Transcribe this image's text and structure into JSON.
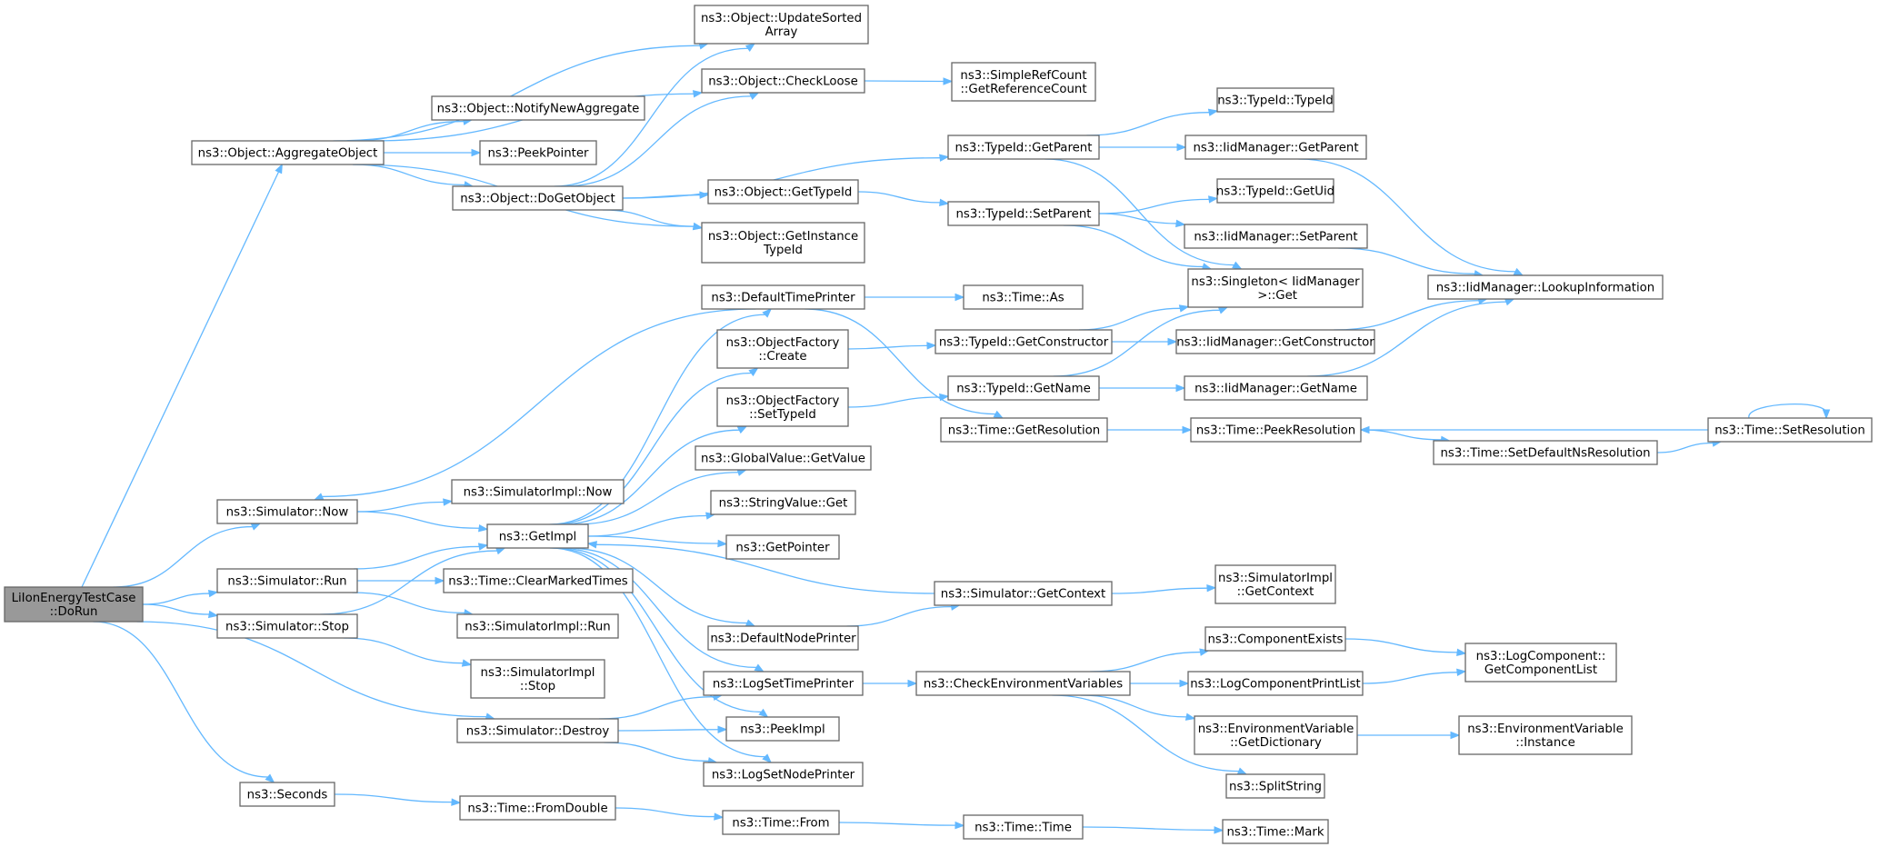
{
  "nodes": [
    {
      "id": "root",
      "lines": [
        "LiIonEnergyTestCase",
        "::DoRun"
      ],
      "root": true
    },
    {
      "id": "aggregate",
      "lines": [
        "ns3::Object::AggregateObject"
      ]
    },
    {
      "id": "sim_now",
      "lines": [
        "ns3::Simulator::Now"
      ]
    },
    {
      "id": "sim_run",
      "lines": [
        "ns3::Simulator::Run"
      ]
    },
    {
      "id": "sim_stop",
      "lines": [
        "ns3::Simulator::Stop"
      ]
    },
    {
      "id": "sim_destroy",
      "lines": [
        "ns3::Simulator::Destroy"
      ]
    },
    {
      "id": "seconds",
      "lines": [
        "ns3::Seconds"
      ]
    },
    {
      "id": "update_sorted",
      "lines": [
        "ns3::Object::UpdateSorted",
        "Array"
      ]
    },
    {
      "id": "check_loose",
      "lines": [
        "ns3::Object::CheckLoose"
      ]
    },
    {
      "id": "notify_new",
      "lines": [
        "ns3::Object::NotifyNewAggregate"
      ]
    },
    {
      "id": "peek_pointer",
      "lines": [
        "ns3::PeekPointer"
      ]
    },
    {
      "id": "do_get_object",
      "lines": [
        "ns3::Object::DoGetObject"
      ]
    },
    {
      "id": "get_instance_typeid",
      "lines": [
        "ns3::Object::GetInstance",
        "TypeId"
      ]
    },
    {
      "id": "obj_get_typeid",
      "lines": [
        "ns3::Object::GetTypeId"
      ]
    },
    {
      "id": "default_time_printer",
      "lines": [
        "ns3::DefaultTimePrinter"
      ]
    },
    {
      "id": "objfactory_create",
      "lines": [
        "ns3::ObjectFactory",
        "::Create"
      ]
    },
    {
      "id": "objfactory_settypeid",
      "lines": [
        "ns3::ObjectFactory",
        "::SetTypeId"
      ]
    },
    {
      "id": "globalvalue_getvalue",
      "lines": [
        "ns3::GlobalValue::GetValue"
      ]
    },
    {
      "id": "stringvalue_get",
      "lines": [
        "ns3::StringValue::Get"
      ]
    },
    {
      "id": "get_pointer",
      "lines": [
        "ns3::GetPointer"
      ]
    },
    {
      "id": "default_node_printer",
      "lines": [
        "ns3::DefaultNodePrinter"
      ]
    },
    {
      "id": "log_set_time_printer",
      "lines": [
        "ns3::LogSetTimePrinter"
      ]
    },
    {
      "id": "peek_impl",
      "lines": [
        "ns3::PeekImpl"
      ]
    },
    {
      "id": "log_set_node_printer",
      "lines": [
        "ns3::LogSetNodePrinter"
      ]
    },
    {
      "id": "simimpl_now",
      "lines": [
        "ns3::SimulatorImpl::Now"
      ]
    },
    {
      "id": "get_impl",
      "lines": [
        "ns3::GetImpl"
      ]
    },
    {
      "id": "time_clear_marked",
      "lines": [
        "ns3::Time::ClearMarkedTimes"
      ]
    },
    {
      "id": "simimpl_run",
      "lines": [
        "ns3::SimulatorImpl::Run"
      ]
    },
    {
      "id": "simimpl_stop",
      "lines": [
        "ns3::SimulatorImpl",
        "::Stop"
      ]
    },
    {
      "id": "time_from_double",
      "lines": [
        "ns3::Time::FromDouble"
      ]
    },
    {
      "id": "simple_refcount",
      "lines": [
        "ns3::SimpleRefCount",
        "::GetReferenceCount"
      ]
    },
    {
      "id": "typeid_getparent",
      "lines": [
        "ns3::TypeId::GetParent"
      ]
    },
    {
      "id": "typeid_setparent",
      "lines": [
        "ns3::TypeId::SetParent"
      ]
    },
    {
      "id": "time_as",
      "lines": [
        "ns3::Time::As"
      ]
    },
    {
      "id": "typeid_getconstructor",
      "lines": [
        "ns3::TypeId::GetConstructor"
      ]
    },
    {
      "id": "typeid_getname",
      "lines": [
        "ns3::TypeId::GetName"
      ]
    },
    {
      "id": "time_getresolution",
      "lines": [
        "ns3::Time::GetResolution"
      ]
    },
    {
      "id": "sim_getcontext",
      "lines": [
        "ns3::Simulator::GetContext"
      ]
    },
    {
      "id": "check_env_vars",
      "lines": [
        "ns3::CheckEnvironmentVariables"
      ]
    },
    {
      "id": "time_from",
      "lines": [
        "ns3::Time::From"
      ]
    },
    {
      "id": "time_time",
      "lines": [
        "ns3::Time::Time"
      ]
    },
    {
      "id": "typeid_typeid",
      "lines": [
        "ns3::TypeId::TypeId"
      ]
    },
    {
      "id": "iid_getparent",
      "lines": [
        "ns3::IidManager::GetParent"
      ]
    },
    {
      "id": "typeid_getuid",
      "lines": [
        "ns3::TypeId::GetUid"
      ]
    },
    {
      "id": "iid_setparent",
      "lines": [
        "ns3::IidManager::SetParent"
      ]
    },
    {
      "id": "singleton_get",
      "lines": [
        "ns3::Singleton< IidManager",
        " >::Get"
      ]
    },
    {
      "id": "iid_getconstructor",
      "lines": [
        "ns3::IidManager::GetConstructor"
      ]
    },
    {
      "id": "iid_getname",
      "lines": [
        "ns3::IidManager::GetName"
      ]
    },
    {
      "id": "time_peekresolution",
      "lines": [
        "ns3::Time::PeekResolution"
      ]
    },
    {
      "id": "simimpl_getcontext",
      "lines": [
        "ns3::SimulatorImpl",
        "::GetContext"
      ]
    },
    {
      "id": "component_exists",
      "lines": [
        "ns3::ComponentExists"
      ]
    },
    {
      "id": "log_component_printlist",
      "lines": [
        "ns3::LogComponentPrintList"
      ]
    },
    {
      "id": "envvar_getdictionary",
      "lines": [
        "ns3::EnvironmentVariable",
        "::GetDictionary"
      ]
    },
    {
      "id": "split_string",
      "lines": [
        "ns3::SplitString"
      ]
    },
    {
      "id": "time_mark",
      "lines": [
        "ns3::Time::Mark"
      ]
    },
    {
      "id": "iid_lookupinfo",
      "lines": [
        "ns3::IidManager::LookupInformation"
      ]
    },
    {
      "id": "time_setdefaultns",
      "lines": [
        "ns3::Time::SetDefaultNsResolution"
      ]
    },
    {
      "id": "log_getcomponentlist",
      "lines": [
        "ns3::LogComponent::",
        "GetComponentList"
      ]
    },
    {
      "id": "envvar_instance",
      "lines": [
        "ns3::EnvironmentVariable",
        "::Instance"
      ]
    },
    {
      "id": "time_setresolution",
      "lines": [
        "ns3::Time::SetResolution"
      ]
    }
  ],
  "edges": [
    [
      "root",
      "aggregate"
    ],
    [
      "root",
      "sim_now"
    ],
    [
      "root",
      "sim_run"
    ],
    [
      "root",
      "sim_stop"
    ],
    [
      "root",
      "sim_destroy"
    ],
    [
      "root",
      "seconds"
    ],
    [
      "aggregate",
      "update_sorted"
    ],
    [
      "aggregate",
      "check_loose"
    ],
    [
      "aggregate",
      "notify_new"
    ],
    [
      "aggregate",
      "peek_pointer"
    ],
    [
      "aggregate",
      "do_get_object"
    ],
    [
      "aggregate",
      "get_instance_typeid"
    ],
    [
      "do_get_object",
      "update_sorted"
    ],
    [
      "do_get_object",
      "check_loose"
    ],
    [
      "do_get_object",
      "obj_get_typeid"
    ],
    [
      "do_get_object",
      "get_instance_typeid"
    ],
    [
      "do_get_object",
      "typeid_getparent"
    ],
    [
      "check_loose",
      "simple_refcount"
    ],
    [
      "obj_get_typeid",
      "typeid_setparent"
    ],
    [
      "sim_now",
      "simimpl_now"
    ],
    [
      "sim_now",
      "get_impl"
    ],
    [
      "sim_run",
      "get_impl"
    ],
    [
      "sim_run",
      "time_clear_marked"
    ],
    [
      "sim_run",
      "simimpl_run"
    ],
    [
      "sim_stop",
      "get_impl"
    ],
    [
      "sim_stop",
      "simimpl_stop"
    ],
    [
      "sim_destroy",
      "log_set_time_printer"
    ],
    [
      "sim_destroy",
      "peek_impl"
    ],
    [
      "sim_destroy",
      "log_set_node_printer"
    ],
    [
      "seconds",
      "time_from_double"
    ],
    [
      "time_from_double",
      "time_from"
    ],
    [
      "time_from",
      "time_time"
    ],
    [
      "time_time",
      "time_mark"
    ],
    [
      "get_impl",
      "default_time_printer"
    ],
    [
      "get_impl",
      "objfactory_create"
    ],
    [
      "get_impl",
      "objfactory_settypeid"
    ],
    [
      "get_impl",
      "globalvalue_getvalue"
    ],
    [
      "get_impl",
      "stringvalue_get"
    ],
    [
      "get_impl",
      "get_pointer"
    ],
    [
      "get_impl",
      "default_node_printer"
    ],
    [
      "get_impl",
      "log_set_time_printer"
    ],
    [
      "get_impl",
      "peek_impl"
    ],
    [
      "get_impl",
      "log_set_node_printer"
    ],
    [
      "default_time_printer",
      "sim_now"
    ],
    [
      "default_time_printer",
      "time_as"
    ],
    [
      "default_time_printer",
      "time_getresolution"
    ],
    [
      "default_node_printer",
      "sim_getcontext"
    ],
    [
      "sim_getcontext",
      "get_impl"
    ],
    [
      "sim_getcontext",
      "simimpl_getcontext"
    ],
    [
      "objfactory_create",
      "typeid_getconstructor"
    ],
    [
      "objfactory_settypeid",
      "typeid_getname"
    ],
    [
      "log_set_time_printer",
      "check_env_vars"
    ],
    [
      "check_env_vars",
      "component_exists"
    ],
    [
      "check_env_vars",
      "log_component_printlist"
    ],
    [
      "check_env_vars",
      "envvar_getdictionary"
    ],
    [
      "check_env_vars",
      "split_string"
    ],
    [
      "component_exists",
      "log_getcomponentlist"
    ],
    [
      "log_component_printlist",
      "log_getcomponentlist"
    ],
    [
      "envvar_getdictionary",
      "envvar_instance"
    ],
    [
      "typeid_getparent",
      "typeid_typeid"
    ],
    [
      "typeid_getparent",
      "iid_getparent"
    ],
    [
      "typeid_getparent",
      "singleton_get"
    ],
    [
      "typeid_setparent",
      "typeid_getuid"
    ],
    [
      "typeid_setparent",
      "iid_setparent"
    ],
    [
      "typeid_setparent",
      "singleton_get"
    ],
    [
      "typeid_getconstructor",
      "singleton_get"
    ],
    [
      "typeid_getconstructor",
      "iid_getconstructor"
    ],
    [
      "typeid_getname",
      "singleton_get"
    ],
    [
      "typeid_getname",
      "iid_getname"
    ],
    [
      "iid_getparent",
      "iid_lookupinfo"
    ],
    [
      "iid_setparent",
      "iid_lookupinfo"
    ],
    [
      "iid_getconstructor",
      "iid_lookupinfo"
    ],
    [
      "iid_getname",
      "iid_lookupinfo"
    ],
    [
      "time_getresolution",
      "time_peekresolution"
    ],
    [
      "time_peekresolution",
      "time_setdefaultns"
    ],
    [
      "time_setdefaultns",
      "time_setresolution"
    ],
    [
      "time_setresolution",
      "time_peekresolution"
    ],
    [
      "time_setresolution",
      "time_setresolution"
    ]
  ]
}
